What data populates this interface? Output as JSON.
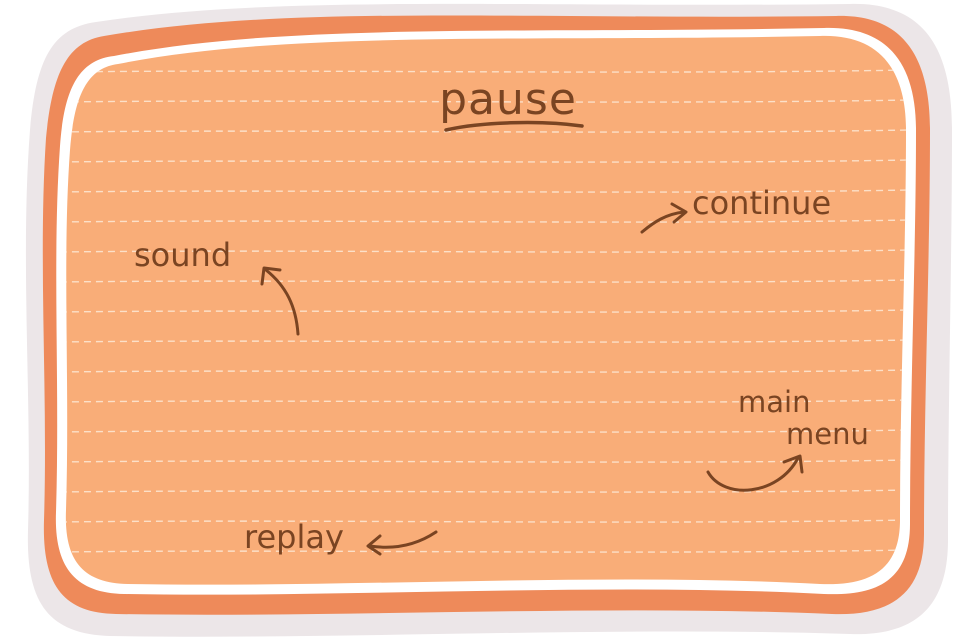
{
  "pause_menu": {
    "title": "pause",
    "options": {
      "sound": "sound",
      "continue": "continue",
      "main_menu_line1": "main",
      "main_menu_line2": "menu",
      "replay": "replay"
    }
  },
  "colors": {
    "outer_halo": "#ece6e8",
    "frame": "#ee8a5a",
    "inner_border": "#ffffff",
    "panel_fill": "#f9ad78",
    "stitch_lines": "#fce0c8",
    "ink": "#7a4422"
  }
}
